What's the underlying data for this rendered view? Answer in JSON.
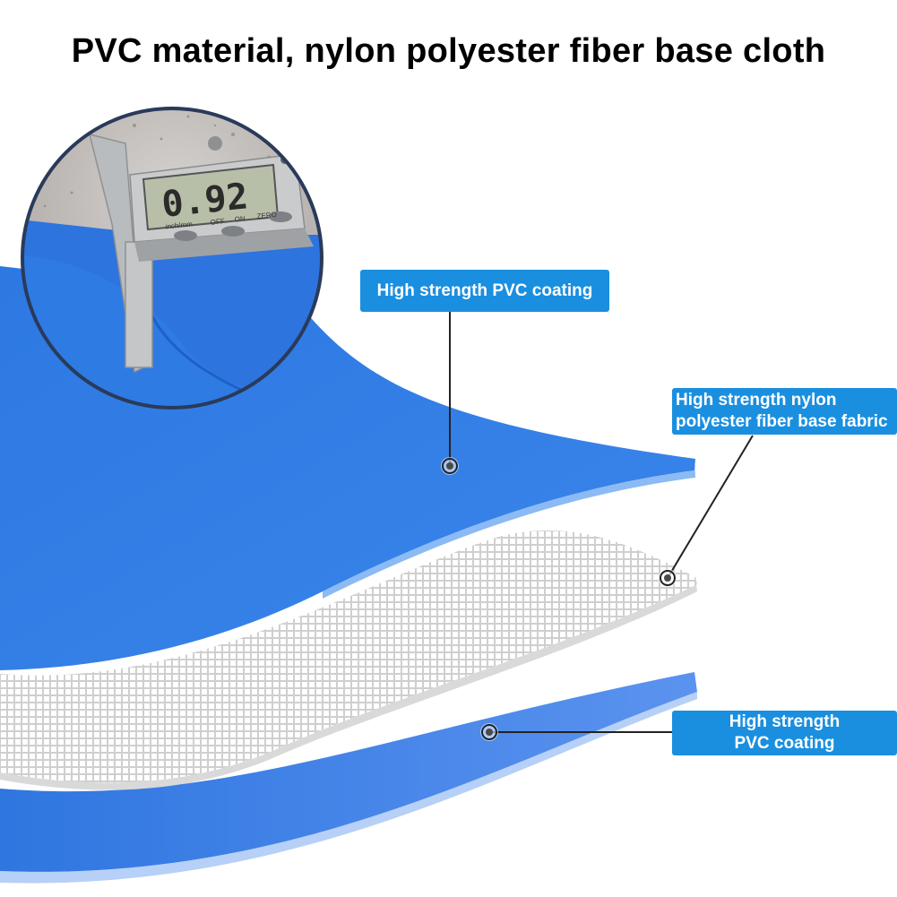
{
  "title": "PVC material, nylon polyester fiber base cloth",
  "labels": {
    "top": "High strength PVC coating",
    "middle_line1": "High strength nylon",
    "middle_line2": "polyester fiber base fabric",
    "bottom_line1": "High strength",
    "bottom_line2": "PVC coating"
  },
  "caliper": {
    "reading": "0.92",
    "unit_button": "inch/mm",
    "off_button": "OFF",
    "on_button": "ON",
    "zero_button": "ZERO"
  },
  "colors": {
    "pvc_blue": "#2f7fe6",
    "pvc_blue_dark": "#1f66cc",
    "label_blue": "#1a8fe0",
    "mesh_grey": "#dcdcdc"
  }
}
